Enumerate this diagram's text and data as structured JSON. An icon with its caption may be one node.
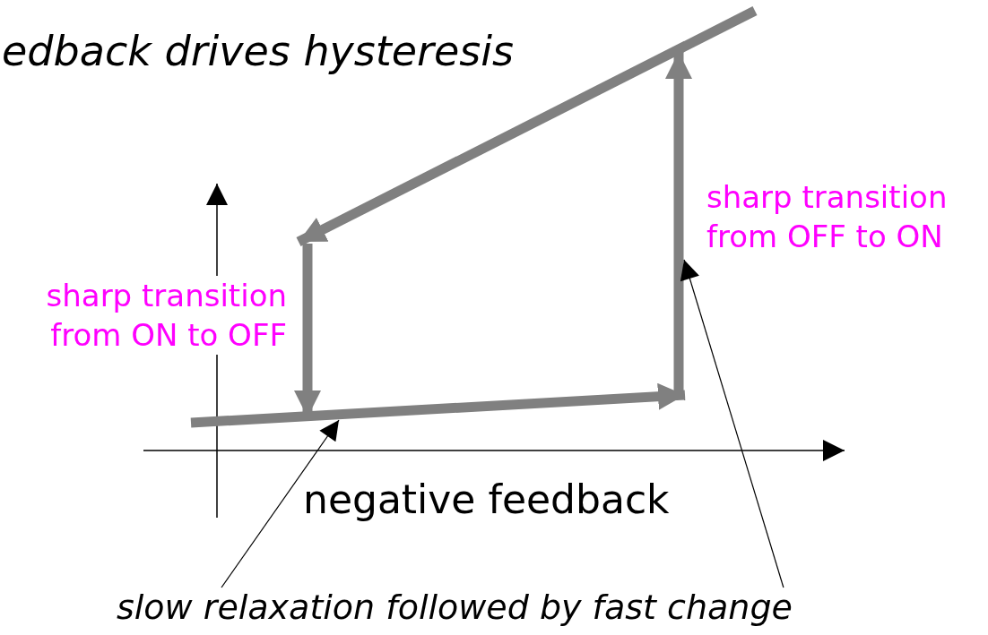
{
  "diagram": {
    "title": "edback drives hysteresis",
    "nodes": [
      {
        "text": [
          "slow relaxation followed by fast change"
        ]
      },
      {
        "text": [],
        "shape": "line"
      },
      {
        "text": [],
        "shape": "line"
      }
    ],
    "edges": [
      {
        "from": 0,
        "to": 1,
        "arrow": "to"
      },
      {
        "from": 0,
        "to": 2,
        "arrow": "to"
      }
    ],
    "labels": [
      "sharp transition from OFF to ON",
      "sharp transition from ON to OFF",
      "negative feedback"
    ]
  }
}
